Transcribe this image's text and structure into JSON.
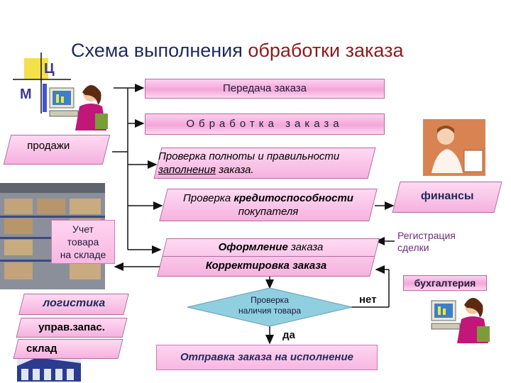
{
  "title": {
    "part1": "Схема выполнения",
    "part2": "обработки заказа"
  },
  "logo": {
    "letter_m": "М",
    "letter_c": "Ц"
  },
  "boxes": {
    "transfer": "Передача заказа",
    "processing": "Обработка заказа",
    "check_complete_1": "Проверка полноты и правильности",
    "check_complete_2a": "заполнения",
    "check_complete_2b": " заказа.",
    "check_credit_1a": "Проверка ",
    "check_credit_1b": "кредитоспособности",
    "check_credit_2": "покупателя",
    "formalize_a": "Оформление",
    "formalize_b": " заказа",
    "correct": "Корректировка заказа",
    "ship": "Отправка заказа на исполнение"
  },
  "decision": {
    "line1": "Проверка",
    "line2": "наличия товара",
    "no": "нет",
    "yes": "да"
  },
  "departments": {
    "sales": "продажи",
    "finance": "финансы",
    "register_1": "Регистрация",
    "register_2": "сделки",
    "accounting": "бухгалтерия",
    "warehouse_1": "Учет",
    "warehouse_2": "товара",
    "warehouse_3": "на складе",
    "logistics": "логистика",
    "inventory": "управ.запас.",
    "stock": "склад"
  },
  "icons": [
    "office-worker-icon",
    "manager-icon",
    "accountant-icon",
    "warehouse-photo",
    "building-icon"
  ],
  "colors": {
    "pink": "#f2a7d9",
    "title_dark": "#1f2a5c",
    "title_accent": "#8a1c1c",
    "logo_yellow": "#f4e04a",
    "logo_blue": "#4455cc"
  }
}
